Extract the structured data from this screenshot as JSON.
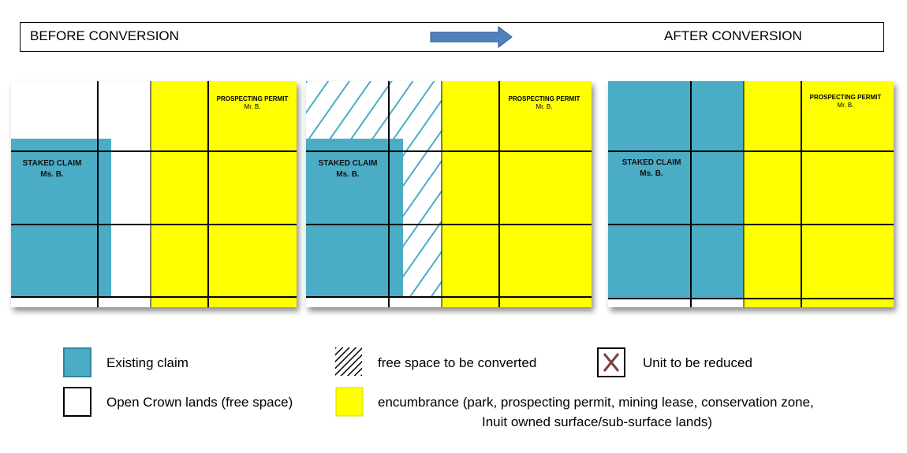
{
  "header": {
    "before_label": "BEFORE CONVERSION",
    "after_label": "AFTER CONVERSION"
  },
  "panels": {
    "permit_title": "PROSPECTING PERMIT",
    "permit_owner": "Mr. B.",
    "claim_title": "STAKED CLAIM",
    "claim_owner": "Ms. B."
  },
  "legend": {
    "existing_claim": "Existing claim",
    "free_space_converted": "free space to be converted",
    "unit_reduced": "Unit to be reduced",
    "open_crown": "Open Crown lands (free space)",
    "encumbrance_line1": "encumbrance (park, prospecting permit, mining lease, conservation zone,",
    "encumbrance_line2": "Inuit owned surface/sub-surface lands)"
  },
  "colors": {
    "claim": "#4bacc6",
    "encumbrance": "#ffff00",
    "arrow": "#4f81bd",
    "reduce_x": "#7f3f3f"
  },
  "icons": {
    "arrow": "right-arrow-icon",
    "hatch": "hatch-swatch-icon",
    "reduce": "x-box-icon"
  }
}
